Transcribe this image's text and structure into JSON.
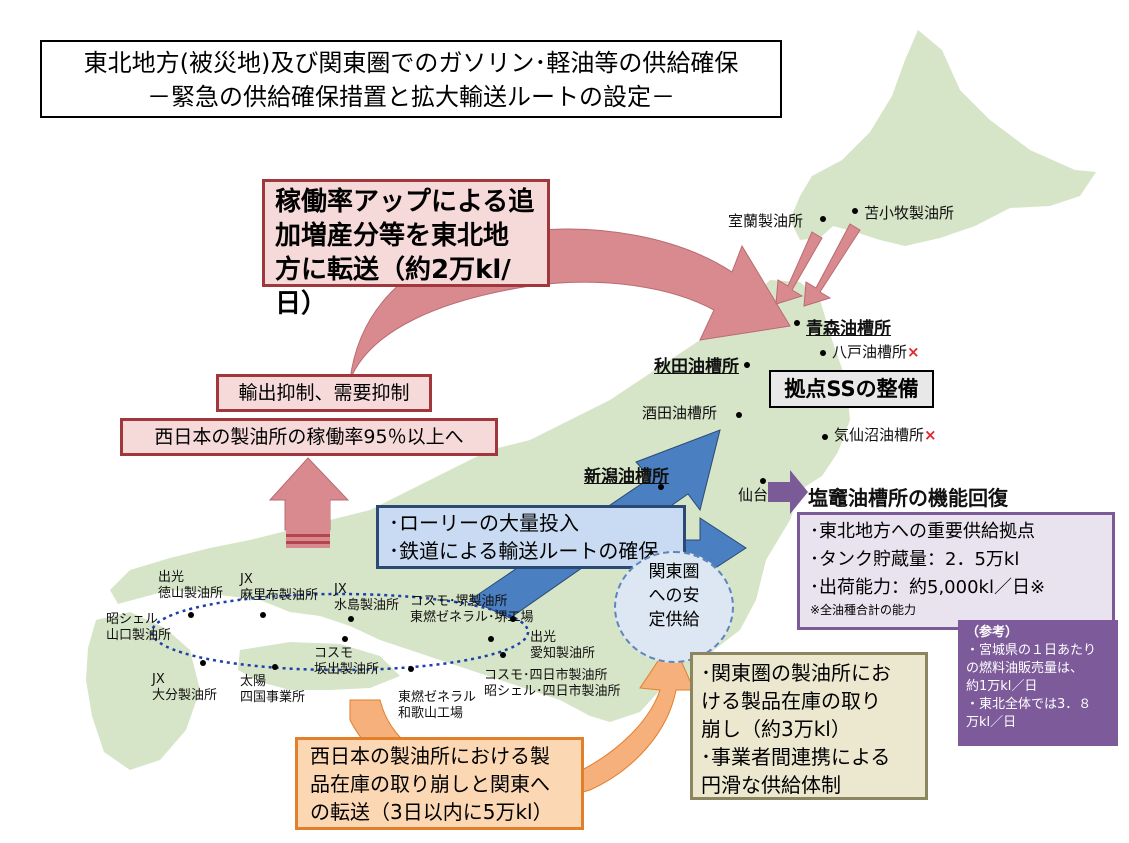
{
  "title": {
    "line1": "東北地方(被災地)及び関東圏でのガソリン･軽油等の供給確保",
    "line2": "－緊急の供給確保措置と拡大輸送ルートの設定－"
  },
  "red_box": {
    "lines": [
      "稼働率アップによる追",
      "加増産分等を東北地",
      "方に転送（約2万kl/日）"
    ]
  },
  "export_box": {
    "text": "輸出抑制、需要抑制"
  },
  "west_rate_box": {
    "text": "西日本の製油所の稼働率95％以上へ"
  },
  "blue_box": {
    "lines": [
      "･ローリーの大量投入",
      "･鉄道による輸送ルートの確保"
    ]
  },
  "orange_box": {
    "lines": [
      "西日本の製油所における製",
      "品在庫の取り崩しと関東へ",
      "の転送（3日以内に5万kl）"
    ]
  },
  "olive_box": {
    "lines": [
      "･関東圏の製油所にお",
      "ける製品在庫の取り",
      "崩し（約3万kl）",
      "･事業者間連携による",
      "円滑な供給体制"
    ]
  },
  "kanto_oval": {
    "lines": [
      "関東圏",
      "への安",
      "定供給"
    ]
  },
  "hub_box": {
    "text": "拠点SSの整備"
  },
  "shiogama": {
    "heading": "塩竈油槽所の機能回復",
    "lines": [
      "･東北地方への重要供給拠点",
      "･タンク貯蔵量：2．5万kl",
      "･出荷能力：約5,000kl／日※"
    ],
    "note": "※全油種合計の能力"
  },
  "reference": {
    "title": "（参考）",
    "lines": [
      "・宮城県の１日あたり",
      "の燃料油販売量は、",
      "約1万kl／日",
      "・東北全体では3．８",
      "万kl／日"
    ]
  },
  "labels": {
    "muroran": "室蘭製油所",
    "tomakomai": "苫小牧製油所",
    "aomori": "青森油槽所",
    "hachinohe": "八戸油槽所",
    "akita": "秋田油槽所",
    "sakata": "酒田油槽所",
    "kesennuma": "気仙沼油槽所",
    "niigata": "新潟油槽所",
    "sendai": "仙台",
    "x_mark": "×",
    "tokuyama": [
      "出光",
      "徳山製油所"
    ],
    "mizushima": [
      "JX",
      "麻里布製油所"
    ],
    "jx_mizushima": [
      "JX",
      "水島製油所"
    ],
    "sakai": [
      "コスモ･堺製油所",
      "東燃ゼネラル･堺工場"
    ],
    "yamaguchi": [
      "昭シェル",
      "山口製油所"
    ],
    "sakaide": [
      "コスモ",
      "坂出製油所"
    ],
    "aichi": [
      "出光",
      "愛知製油所"
    ],
    "yokkaichi": [
      "コスモ･四日市製油所",
      "昭シェル･四日市製油所"
    ],
    "oita": [
      "JX",
      "大分製油所"
    ],
    "shikoku": [
      "太陽",
      "四国事業所"
    ],
    "wakayama": [
      "東燃ゼネラル",
      "和歌山工場"
    ]
  },
  "colors": {
    "japan_land": "#d6e4c7",
    "red_arrow": "#d98a8f",
    "blue_arrow": "#4a7fc1",
    "orange_arrow": "#f6b07c",
    "purple_arrow": "#7a5a97"
  }
}
